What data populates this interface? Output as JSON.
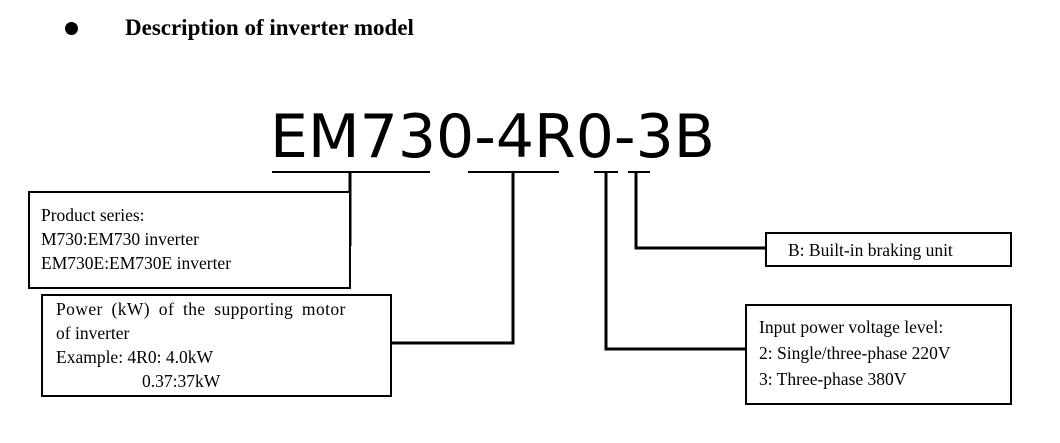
{
  "heading": {
    "text": "Description of inverter model"
  },
  "model": {
    "parts": [
      {
        "text": "EM730"
      },
      {
        "text": "-"
      },
      {
        "text": "4R0"
      },
      {
        "text": "-"
      },
      {
        "text": "3"
      },
      {
        "text": "B"
      }
    ]
  },
  "boxes": {
    "series": {
      "lines": [
        "Product series:",
        "M730:EM730 inverter",
        "EM730E:EM730E inverter"
      ]
    },
    "power": {
      "lines": [
        "Power (kW) of the supporting motor",
        "of inverter",
        "Example: 4R0: 4.0kW",
        "0.37:37kW"
      ]
    },
    "brake": {
      "lines": [
        "B: Built-in braking unit"
      ]
    },
    "voltage": {
      "lines": [
        "Input power voltage level:",
        "2: Single/three-phase 220V",
        "3: Three-phase 380V"
      ]
    }
  }
}
